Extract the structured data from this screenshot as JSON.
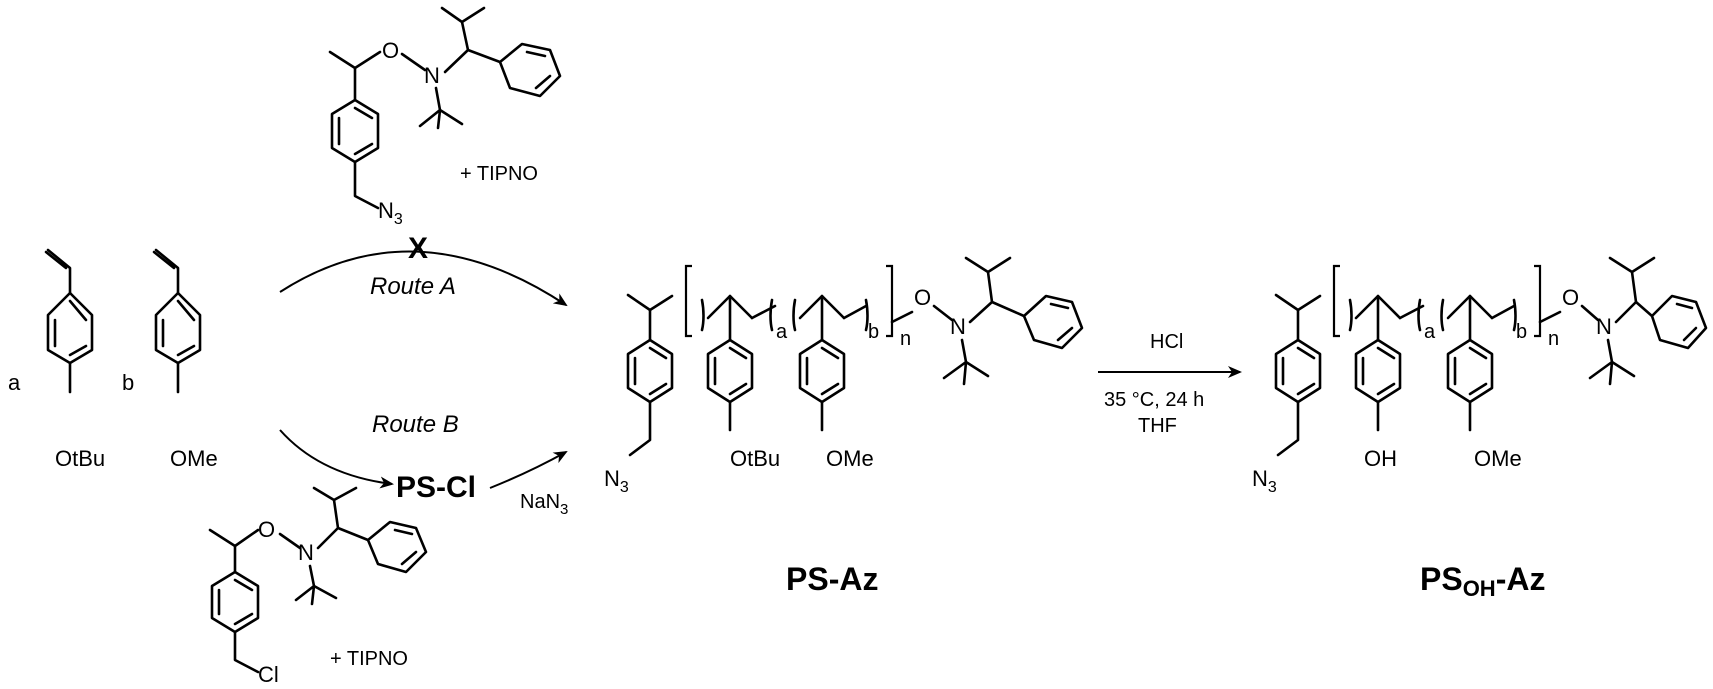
{
  "labels": {
    "tipno_top": "+ TIPNO",
    "tipno_bottom": "+ TIPNO",
    "route_a": "Route A",
    "route_b": "Route B",
    "ps_cl": "PS-Cl",
    "nana3": "NaN",
    "nana3_sub": "3",
    "n3": "N",
    "n3_sub": "3",
    "cl": "Cl",
    "o": "O",
    "n": "N",
    "otbu": "OtBu",
    "ome": "OMe",
    "oh": "OH",
    "coef_a": "a",
    "coef_b": "b",
    "sub_a": "a",
    "sub_b": "b",
    "sub_n": "n",
    "hcl": "HCl",
    "cond1": "35 °C, 24 h",
    "cond2": "THF",
    "ps_az": "PS-Az",
    "ps_oh": "PS",
    "ps_oh_sub": "OH",
    "ps_oh_suffix": "-Az",
    "blocked": "X"
  }
}
